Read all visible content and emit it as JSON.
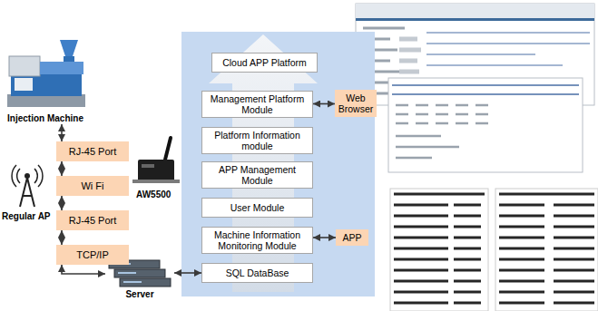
{
  "diagram": {
    "nodes": [
      {
        "text": [
          "Injection Machine"
        ]
      },
      {
        "text": [
          "RJ-45 Port"
        ]
      },
      {
        "text": [
          "Wi Fi"
        ]
      },
      {
        "text": [
          "RJ-45 Port"
        ]
      },
      {
        "text": [
          "TCP/IP"
        ]
      },
      {
        "text": [
          "Server"
        ]
      },
      {
        "text": [
          "Cloud APP Platform"
        ]
      },
      {
        "text": [
          "Management Platform Module"
        ]
      },
      {
        "text": [
          "Platform Information module"
        ]
      },
      {
        "text": [
          "APP Management Module"
        ]
      },
      {
        "text": [
          "User Module"
        ]
      },
      {
        "text": [
          "Machine Information Monitoring Module"
        ]
      },
      {
        "text": [
          "SQL DataBase"
        ]
      },
      {
        "text": [
          "Web Browser"
        ]
      },
      {
        "text": [
          "APP"
        ]
      }
    ],
    "edges": [
      {
        "from": 0,
        "to": 1,
        "arrow": "both"
      },
      {
        "from": 1,
        "to": 2,
        "arrow": "both"
      },
      {
        "from": 2,
        "to": 3,
        "arrow": "both"
      },
      {
        "from": 3,
        "to": 4,
        "arrow": "both"
      },
      {
        "from": 4,
        "to": 5,
        "arrow": "both"
      },
      {
        "from": 5,
        "to": 12,
        "arrow": "both"
      },
      {
        "from": 7,
        "to": 13,
        "arrow": "both"
      },
      {
        "from": 11,
        "to": 14,
        "arrow": "both"
      }
    ],
    "labels": [
      "Regular AP",
      "AW5500"
    ]
  }
}
